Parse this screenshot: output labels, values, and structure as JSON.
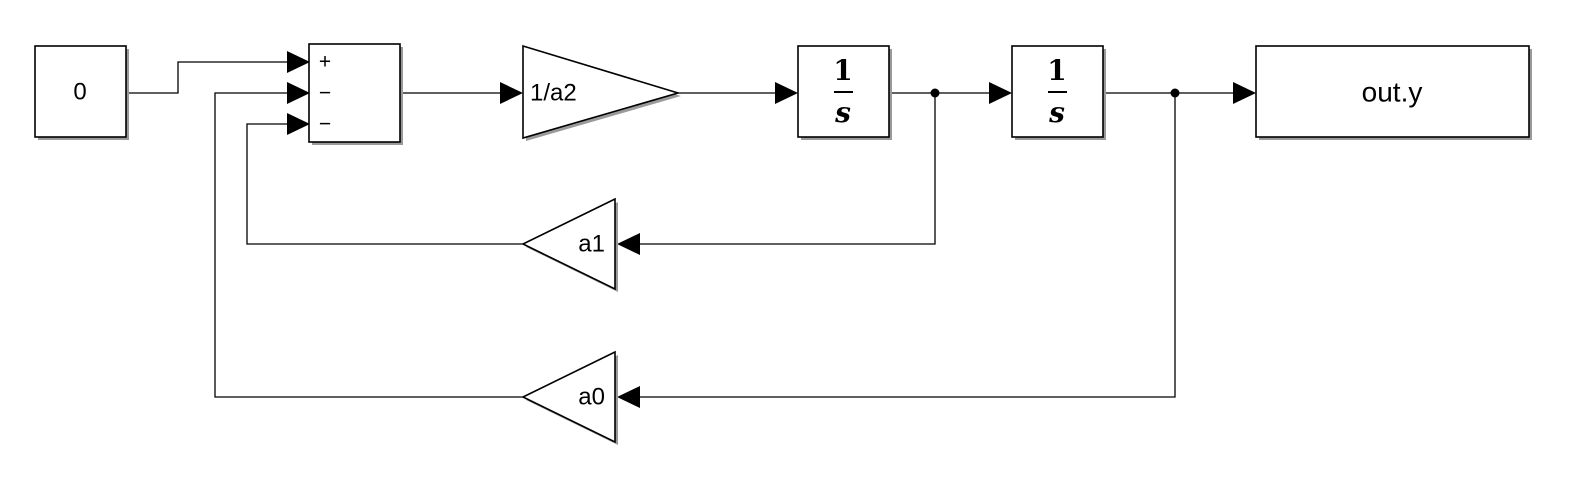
{
  "blocks": {
    "constant": {
      "value": "0"
    },
    "sum": {
      "signs": [
        "+",
        "−",
        "−"
      ]
    },
    "gain_main": {
      "label": "1/a2"
    },
    "integrator_1": {
      "numerator": "1",
      "denominator": "s"
    },
    "integrator_2": {
      "numerator": "1",
      "denominator": "s"
    },
    "gain_a1": {
      "label": "a1"
    },
    "gain_a0": {
      "label": "a0"
    },
    "output": {
      "label": "out.y"
    }
  },
  "connections": [
    {
      "from": "constant",
      "to": "sum:+"
    },
    {
      "from": "sum",
      "to": "gain_main"
    },
    {
      "from": "gain_main",
      "to": "integrator_1"
    },
    {
      "from": "integrator_1",
      "to": "integrator_2"
    },
    {
      "from": "integrator_2",
      "to": "output"
    },
    {
      "from": "integrator_1",
      "to": "gain_a1"
    },
    {
      "from": "gain_a1",
      "to": "sum:−"
    },
    {
      "from": "integrator_2",
      "to": "gain_a0"
    },
    {
      "from": "gain_a0",
      "to": "sum:−"
    }
  ]
}
